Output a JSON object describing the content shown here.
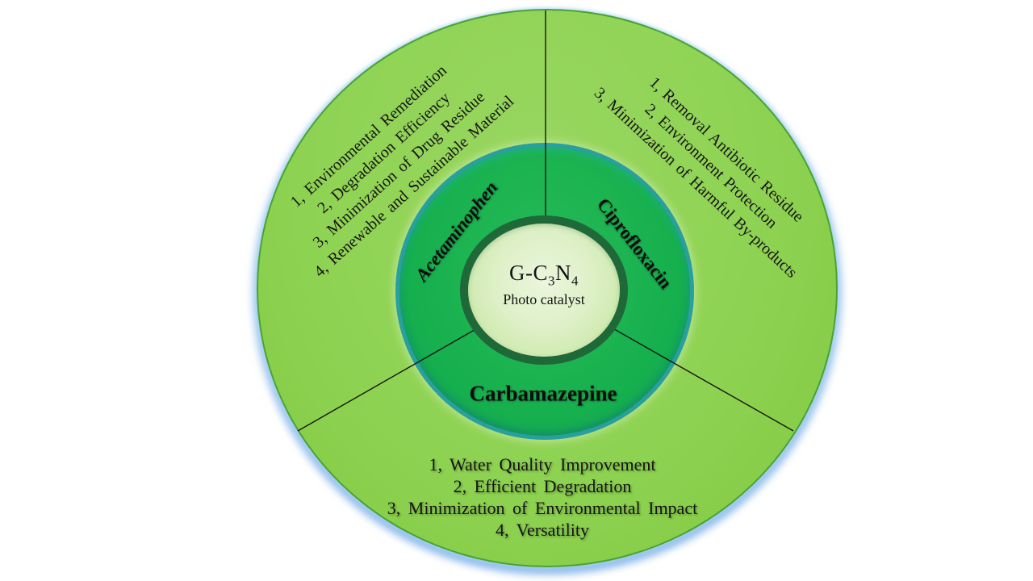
{
  "diagram": {
    "title_implied": "G-C3N4 photocatalyst applications diagram",
    "center": {
      "formula": {
        "part1": "G-C",
        "sub1": "3",
        "part2": "N",
        "sub2": "4"
      },
      "subtitle": "Photo catalyst"
    },
    "middle_ring": {
      "drug_left": "Acetaminophen",
      "drug_right": "Ciprofloxacin",
      "drug_bottom": "Carbamazepine"
    },
    "sectors": {
      "top_left": {
        "lines": [
          "1, Environmental Remediation",
          "2, Degradation Efficiency",
          "3, Minimization of Drug Residue",
          "4, Renewable and Sustainable Material"
        ]
      },
      "top_right": {
        "lines": [
          "1, Removal Antibiotic Residue",
          "2, Environment Protection",
          "3, Minimization of Harmful By-products"
        ]
      },
      "bottom": {
        "lines": [
          "1, Water Quality Improvement",
          "2, Efficient Degradation",
          "3, Minimization of Environmental Impact",
          "4, Versatility"
        ]
      }
    },
    "colors": {
      "outer_ring_green": "#8fd354",
      "outer_rim_green": "#46a433",
      "outer_glow_blue": "#a8cdf0",
      "middle_ring_green": "#17b04e",
      "middle_rim_teal": "#299f9f",
      "inner_ring_dark_green": "#1f6838",
      "inner_fill_pale_green": "#def0c8",
      "text_black": "#141414"
    }
  }
}
